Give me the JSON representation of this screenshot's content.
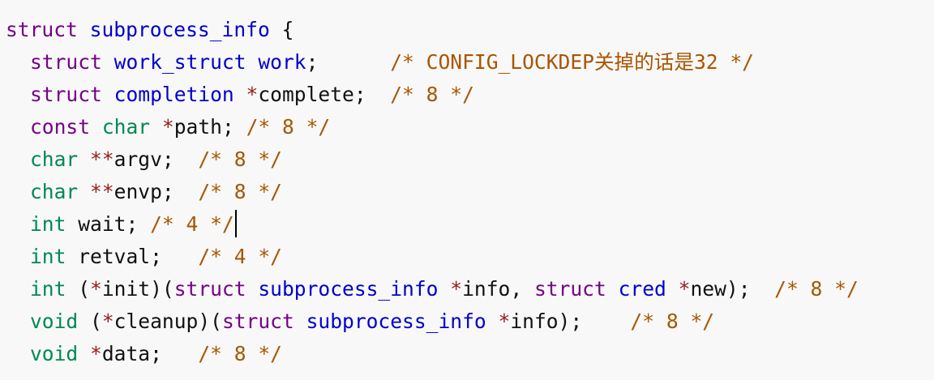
{
  "editor": {
    "language": "c",
    "caret_line": 6,
    "colors": {
      "keyword": "#770088",
      "type": "#008855",
      "identifier": "#0000cc",
      "operator": "#981a1a",
      "comment": "#aa5500",
      "text": "#111111",
      "background": "#f8f8f8"
    },
    "lines": [
      {
        "tokens": [
          {
            "t": "kw",
            "v": "struct"
          },
          {
            "t": "sp",
            "v": " "
          },
          {
            "t": "id",
            "v": "subprocess_info"
          },
          {
            "t": "sp",
            "v": " "
          },
          {
            "t": "pl",
            "v": "{"
          }
        ]
      },
      {
        "indent": true,
        "tokens": [
          {
            "t": "kw",
            "v": "struct"
          },
          {
            "t": "sp",
            "v": " "
          },
          {
            "t": "id",
            "v": "work_struct"
          },
          {
            "t": "sp",
            "v": " "
          },
          {
            "t": "id",
            "v": "work"
          },
          {
            "t": "pl",
            "v": ";"
          },
          {
            "t": "sp",
            "v": "      "
          },
          {
            "t": "cm",
            "v": "/* CONFIG_LOCKDEP关掉的话是32 */"
          }
        ]
      },
      {
        "indent": true,
        "tokens": [
          {
            "t": "kw",
            "v": "struct"
          },
          {
            "t": "sp",
            "v": " "
          },
          {
            "t": "id",
            "v": "completion"
          },
          {
            "t": "sp",
            "v": " "
          },
          {
            "t": "op",
            "v": "*"
          },
          {
            "t": "pl",
            "v": "complete;"
          },
          {
            "t": "sp",
            "v": "  "
          },
          {
            "t": "cm",
            "v": "/* 8 */"
          }
        ]
      },
      {
        "indent": true,
        "tokens": [
          {
            "t": "kw",
            "v": "const"
          },
          {
            "t": "sp",
            "v": " "
          },
          {
            "t": "ty",
            "v": "char"
          },
          {
            "t": "sp",
            "v": " "
          },
          {
            "t": "op",
            "v": "*"
          },
          {
            "t": "pl",
            "v": "path;"
          },
          {
            "t": "sp",
            "v": " "
          },
          {
            "t": "cm",
            "v": "/* 8 */"
          }
        ]
      },
      {
        "indent": true,
        "tokens": [
          {
            "t": "ty",
            "v": "char"
          },
          {
            "t": "sp",
            "v": " "
          },
          {
            "t": "op",
            "v": "**"
          },
          {
            "t": "pl",
            "v": "argv;"
          },
          {
            "t": "sp",
            "v": "  "
          },
          {
            "t": "cm",
            "v": "/* 8 */"
          }
        ]
      },
      {
        "indent": true,
        "tokens": [
          {
            "t": "ty",
            "v": "char"
          },
          {
            "t": "sp",
            "v": " "
          },
          {
            "t": "op",
            "v": "**"
          },
          {
            "t": "pl",
            "v": "envp;"
          },
          {
            "t": "sp",
            "v": "  "
          },
          {
            "t": "cm",
            "v": "/* 8 */"
          }
        ]
      },
      {
        "indent": true,
        "tokens": [
          {
            "t": "ty",
            "v": "int"
          },
          {
            "t": "sp",
            "v": " "
          },
          {
            "t": "pl",
            "v": "wait;"
          },
          {
            "t": "sp",
            "v": " "
          },
          {
            "t": "cm",
            "v": "/* 4 */"
          }
        ]
      },
      {
        "indent": true,
        "tokens": [
          {
            "t": "ty",
            "v": "int"
          },
          {
            "t": "sp",
            "v": " "
          },
          {
            "t": "pl",
            "v": "retval;"
          },
          {
            "t": "sp",
            "v": "   "
          },
          {
            "t": "cm",
            "v": "/* 4 */"
          }
        ]
      },
      {
        "indent": true,
        "tokens": [
          {
            "t": "ty",
            "v": "int"
          },
          {
            "t": "sp",
            "v": " "
          },
          {
            "t": "pl",
            "v": "("
          },
          {
            "t": "op",
            "v": "*"
          },
          {
            "t": "pl",
            "v": "init)("
          },
          {
            "t": "kw",
            "v": "struct"
          },
          {
            "t": "sp",
            "v": " "
          },
          {
            "t": "id",
            "v": "subprocess_info"
          },
          {
            "t": "sp",
            "v": " "
          },
          {
            "t": "op",
            "v": "*"
          },
          {
            "t": "pl",
            "v": "info,"
          },
          {
            "t": "sp",
            "v": " "
          },
          {
            "t": "kw",
            "v": "struct"
          },
          {
            "t": "sp",
            "v": " "
          },
          {
            "t": "id",
            "v": "cred"
          },
          {
            "t": "sp",
            "v": " "
          },
          {
            "t": "op",
            "v": "*"
          },
          {
            "t": "pl",
            "v": "new);"
          },
          {
            "t": "sp",
            "v": "  "
          },
          {
            "t": "cm",
            "v": "/* 8 */"
          }
        ]
      },
      {
        "indent": true,
        "tokens": [
          {
            "t": "ty",
            "v": "void"
          },
          {
            "t": "sp",
            "v": " "
          },
          {
            "t": "pl",
            "v": "("
          },
          {
            "t": "op",
            "v": "*"
          },
          {
            "t": "pl",
            "v": "cleanup)("
          },
          {
            "t": "kw",
            "v": "struct"
          },
          {
            "t": "sp",
            "v": " "
          },
          {
            "t": "id",
            "v": "subprocess_info"
          },
          {
            "t": "sp",
            "v": " "
          },
          {
            "t": "op",
            "v": "*"
          },
          {
            "t": "pl",
            "v": "info);"
          },
          {
            "t": "sp",
            "v": "    "
          },
          {
            "t": "cm",
            "v": "/* 8 */"
          }
        ]
      },
      {
        "indent": true,
        "tokens": [
          {
            "t": "ty",
            "v": "void"
          },
          {
            "t": "sp",
            "v": " "
          },
          {
            "t": "op",
            "v": "*"
          },
          {
            "t": "pl",
            "v": "data;"
          },
          {
            "t": "sp",
            "v": "   "
          },
          {
            "t": "cm",
            "v": "/* 8 */"
          }
        ]
      }
    ]
  }
}
